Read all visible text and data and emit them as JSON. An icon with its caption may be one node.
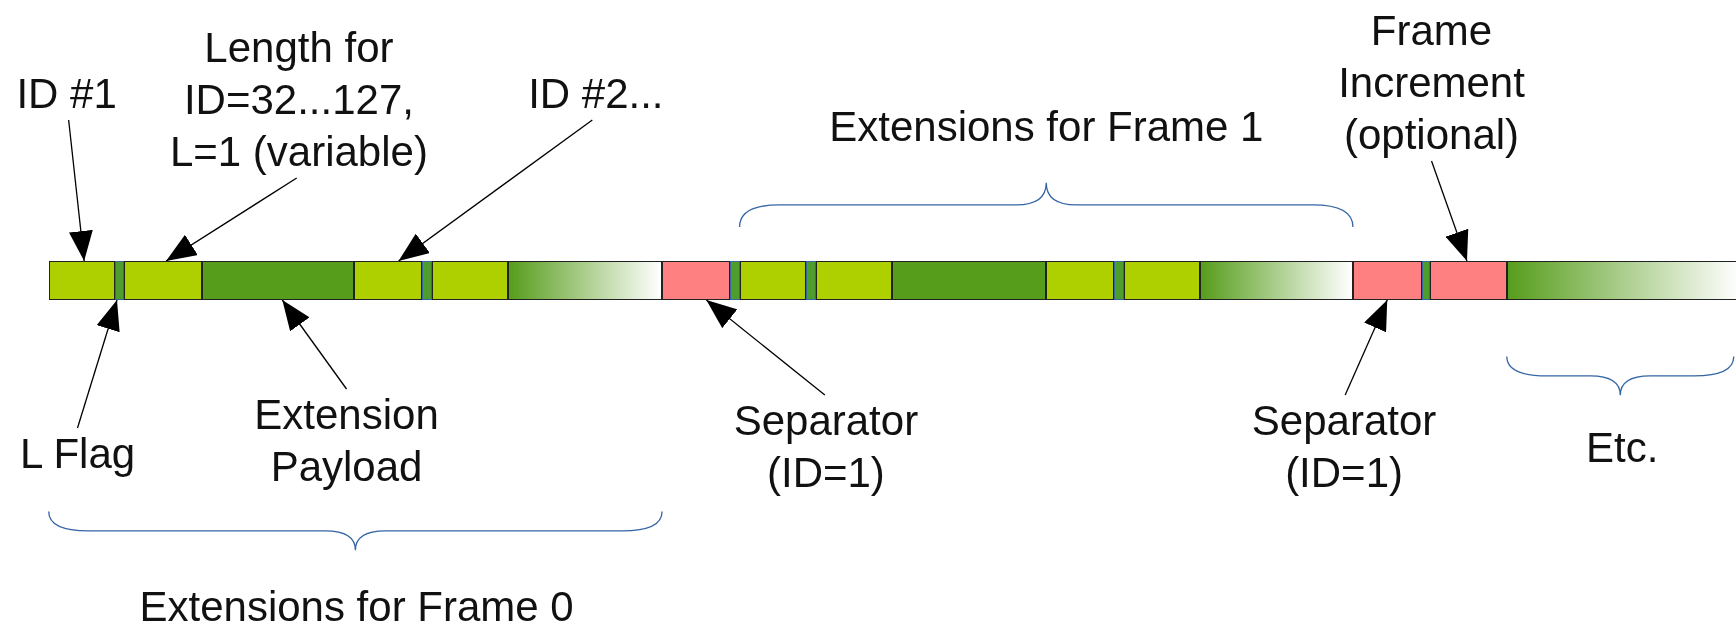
{
  "diagram": {
    "nodes": [
      {
        "text": [
          "ID #1"
        ]
      },
      {
        "text": [
          "Length for ID=32...127, L=1 (variable)"
        ]
      },
      {
        "text": [
          "ID #2..."
        ]
      },
      {
        "text": [
          "Frame Increment (optional)"
        ]
      },
      {
        "text": [
          "L Flag"
        ]
      },
      {
        "text": [
          "Extension Payload"
        ]
      },
      {
        "text": [
          "Separator (ID=1)"
        ]
      },
      {
        "text": [
          "Separator (ID=1)"
        ]
      },
      {
        "text": [],
        "shape": "box"
      },
      {
        "text": [],
        "shape": "box"
      },
      {
        "text": [],
        "shape": "box"
      },
      {
        "text": [],
        "shape": "box"
      },
      {
        "text": [],
        "shape": "box"
      },
      {
        "text": [],
        "shape": "box"
      },
      {
        "text": [],
        "shape": "box"
      },
      {
        "text": [],
        "shape": "box"
      },
      {
        "text": [],
        "shape": "box"
      },
      {
        "text": [],
        "shape": "box"
      },
      {
        "text": [],
        "shape": "box"
      },
      {
        "text": [],
        "shape": "box"
      },
      {
        "text": [],
        "shape": "box"
      },
      {
        "text": [],
        "shape": "box"
      },
      {
        "text": [],
        "shape": "box"
      },
      {
        "text": [],
        "shape": "box"
      },
      {
        "text": [],
        "shape": "box"
      },
      {
        "text": [],
        "shape": "box"
      },
      {
        "text": [],
        "shape": "box"
      },
      {
        "text": [],
        "shape": "box"
      },
      {
        "text": [],
        "shape": "box"
      },
      {
        "text": [],
        "shape": "box"
      }
    ],
    "edges": [
      {
        "from": 0,
        "to": 8,
        "arrow": "to"
      },
      {
        "from": 1,
        "to": 10,
        "arrow": "to"
      },
      {
        "from": 2,
        "to": 12,
        "arrow": "to"
      },
      {
        "from": 3,
        "to": 28,
        "arrow": "to"
      },
      {
        "from": 4,
        "to": 9,
        "arrow": "to"
      },
      {
        "from": 5,
        "to": 11,
        "arrow": "to"
      },
      {
        "from": 6,
        "to": 16,
        "arrow": "to"
      },
      {
        "from": 7,
        "to": 26,
        "arrow": "to"
      }
    ],
    "labels": [
      "Extensions for Frame 1",
      "Etc.",
      "Extensions for Frame 0"
    ]
  }
}
